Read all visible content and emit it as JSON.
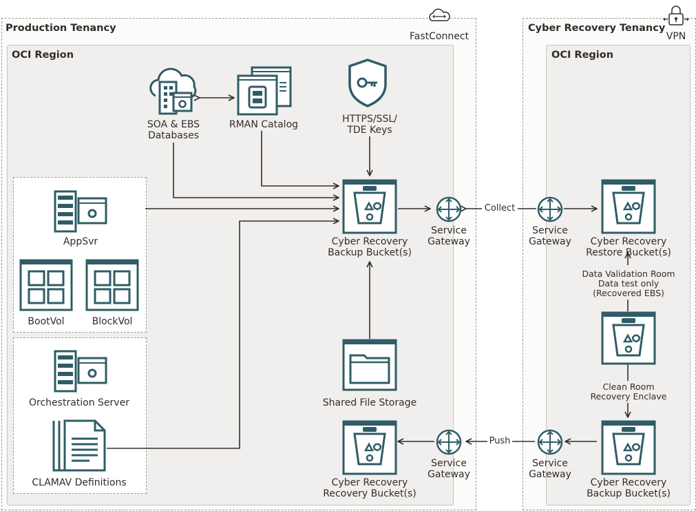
{
  "production": {
    "title": "Production Tenancy",
    "region": "OCI Region",
    "fastconnect": "FastConnect",
    "soa_l1": "SOA & EBS",
    "soa_l2": "Databases",
    "rman": "RMAN Catalog",
    "keys_l1": "HTTPS/SSL/",
    "keys_l2": "TDE Keys",
    "appsvr": "AppSvr",
    "bootvol": "BootVol",
    "blockvol": "BlockVol",
    "orch": "Orchestration Server",
    "clamav": "CLAMAV Definitions",
    "backup_l1": "Cyber Recovery",
    "backup_l2": "Backup Bucket(s)",
    "sfs": "Shared File Storage",
    "recovery_l1": "Cyber Recovery",
    "recovery_l2": "Recovery Bucket(s)",
    "sg1_l1": "Service",
    "sg1_l2": "Gateway",
    "sg2_l1": "Service",
    "sg2_l2": "Gateway"
  },
  "cyber": {
    "title": "Cyber Recovery Tenancy",
    "region": "OCI Region",
    "vpn": "VPN",
    "sg1_l1": "Service",
    "sg1_l2": "Gateway",
    "sg2_l1": "Service",
    "sg2_l2": "Gateway",
    "restore_l1": "Cyber Recovery",
    "restore_l2": "Restore Bucket(s)",
    "dvr_l1": "Data Validation Room",
    "dvr_l2": "Data test only",
    "dvr_l3": "(Recovered EBS)",
    "clean_l1": "Clean Room",
    "clean_l2": "Recovery Enclave",
    "backup_l1": "Cyber Recovery",
    "backup_l2": "Backup Bucket(s)"
  },
  "flows": {
    "collect": "Collect",
    "push": "Push"
  },
  "colors": {
    "icon": "#2f5c66",
    "line": "#312d2a",
    "region_fill": "#f1efed"
  }
}
